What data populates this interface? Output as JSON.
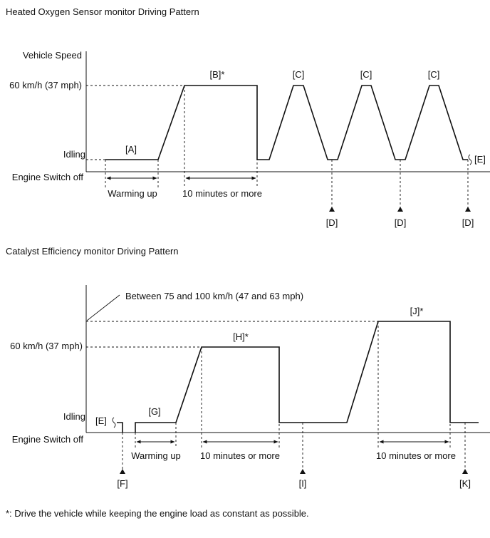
{
  "diagram1": {
    "title": "Heated Oxygen Sensor monitor Driving Pattern",
    "y_axis_label": "Vehicle Speed",
    "y_60": "60 km/h (37 mph)",
    "y_idling": "Idling",
    "y_engine_off": "Engine Switch off",
    "label_A": "[A]",
    "label_B": "[B]*",
    "label_C": "[C]",
    "label_D": "[D]",
    "label_E": "[E]",
    "warming_up": "Warming up",
    "ten_minutes": "10 minutes or more"
  },
  "diagram2": {
    "title": "Catalyst Efficiency monitor Driving Pattern",
    "between_label": "Between 75 and 100 km/h (47 and 63 mph)",
    "y_60": "60 km/h (37 mph)",
    "y_idling": "Idling",
    "y_engine_off": "Engine Switch off",
    "label_E": "[E]",
    "label_F": "[F]",
    "label_G": "[G]",
    "label_H": "[H]*",
    "label_I": "[I]",
    "label_J": "[J]*",
    "label_K": "[K]",
    "warming_up": "Warming up",
    "ten_minutes_1": "10 minutes or more",
    "ten_minutes_2": "10 minutes or more"
  },
  "footnote": "*: Drive the vehicle while keeping the engine load as constant as possible."
}
